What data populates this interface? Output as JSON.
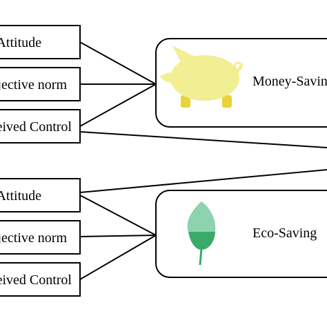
{
  "money_group": {
    "box_label": "Money-Saving",
    "factors": [
      {
        "label": "Attitude"
      },
      {
        "label": "Subjective norm"
      },
      {
        "label": "Perceived Control"
      }
    ],
    "icon": "piggy-bank-icon"
  },
  "eco_group": {
    "box_label": "Eco-Saving",
    "factors": [
      {
        "label": "Attitude"
      },
      {
        "label": "Subjective norm"
      },
      {
        "label": "Perceived Control"
      }
    ],
    "icon": "leaf-icon"
  },
  "colors": {
    "piggy_body": "#f1ee93",
    "piggy_legs": "#e8d33a",
    "leaf_light": "#8dd4ae",
    "leaf_dark": "#3aaa6a",
    "leaf_stem": "#3aaa6a",
    "stroke": "#000000"
  }
}
